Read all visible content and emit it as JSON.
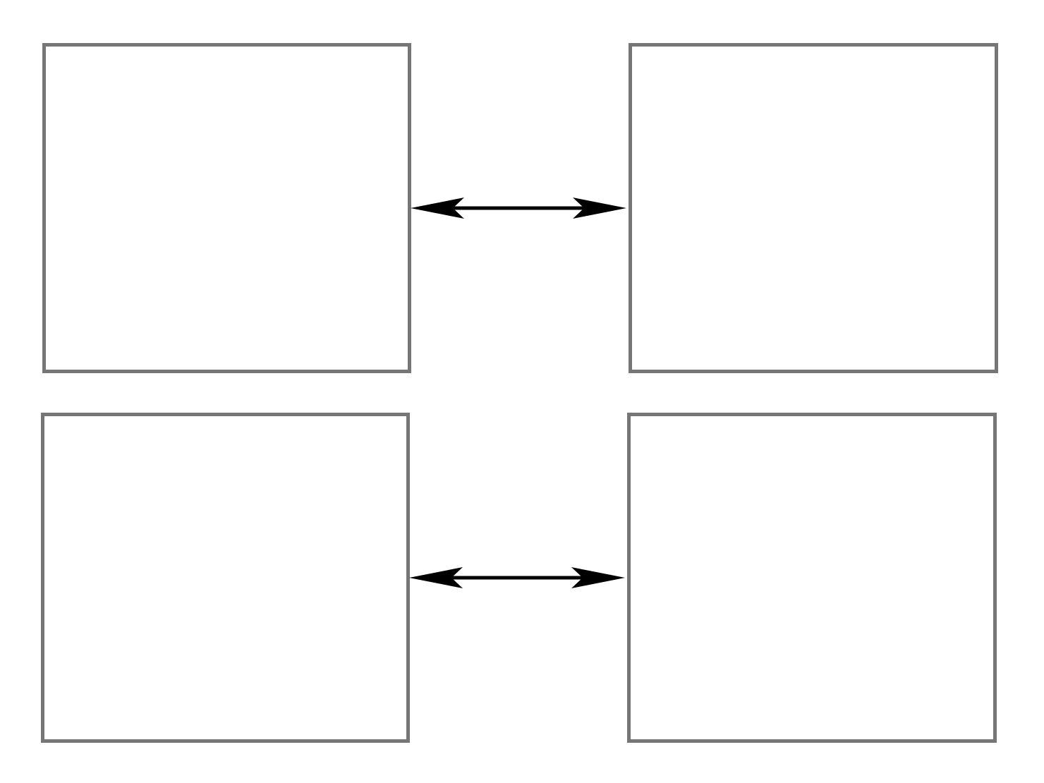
{
  "diagram": {
    "panels": [
      {
        "id": "top-left",
        "label": ""
      },
      {
        "id": "top-right",
        "label": ""
      },
      {
        "id": "bottom-left",
        "label": ""
      },
      {
        "id": "bottom-right",
        "label": ""
      }
    ],
    "connections": [
      {
        "from": "top-left",
        "to": "top-right",
        "type": "bidirectional"
      },
      {
        "from": "bottom-left",
        "to": "bottom-right",
        "type": "bidirectional"
      }
    ],
    "colors": {
      "panel_border": "#767676",
      "arrow": "#000000",
      "background": "#ffffff"
    }
  }
}
